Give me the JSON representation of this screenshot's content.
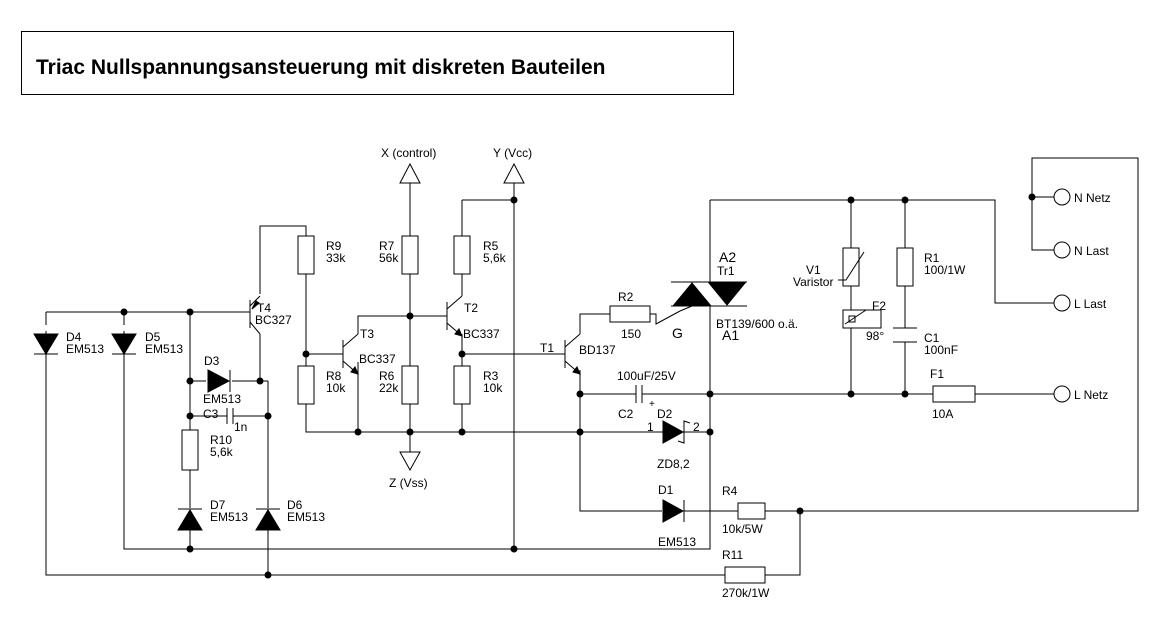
{
  "title": "Triac Nullspannungsansteuerung mit diskreten Bauteilen",
  "colors": {
    "line": "#000000",
    "background": "#ffffff"
  },
  "terminals": {
    "x": "X (control)",
    "y": "Y (Vcc)",
    "z": "Z (Vss)",
    "n_netz": "N Netz",
    "n_last": "N Last",
    "l_last": "L Last",
    "l_netz": "L Netz"
  },
  "components": {
    "R1": {
      "name": "R1",
      "value": "100/1W"
    },
    "R2": {
      "name": "R2",
      "value": "150"
    },
    "R3": {
      "name": "R3",
      "value": "10k"
    },
    "R4": {
      "name": "R4",
      "value": "10k/5W"
    },
    "R5": {
      "name": "R5",
      "value": "5,6k"
    },
    "R6": {
      "name": "R6",
      "value": "22k"
    },
    "R7": {
      "name": "R7",
      "value": "56k"
    },
    "R8": {
      "name": "R8",
      "value": "10k"
    },
    "R9": {
      "name": "R9",
      "value": "33k"
    },
    "R10": {
      "name": "R10",
      "value": "5,6k"
    },
    "R11": {
      "name": "R11",
      "value": "270k/1W"
    },
    "C1": {
      "name": "C1",
      "value": "100nF"
    },
    "C2": {
      "name": "C2",
      "value": "100uF/25V"
    },
    "C3": {
      "name": "C3",
      "value": "1n"
    },
    "D1": {
      "name": "D1",
      "value": "EM513"
    },
    "D2": {
      "name": "D2",
      "value": "ZD8,2",
      "pin1": "1",
      "pin2": "2"
    },
    "D3": {
      "name": "D3",
      "value": "EM513"
    },
    "D4": {
      "name": "D4",
      "value": "EM513"
    },
    "D5": {
      "name": "D5",
      "value": "EM513"
    },
    "D6": {
      "name": "D6",
      "value": "EM513"
    },
    "D7": {
      "name": "D7",
      "value": "EM513"
    },
    "T1": {
      "name": "T1",
      "value": "BD137"
    },
    "T2": {
      "name": "T2",
      "value": "BC337"
    },
    "T3": {
      "name": "T3",
      "value": "BC337"
    },
    "T4": {
      "name": "T4",
      "value": "BC327"
    },
    "Tr1": {
      "name": "Tr1",
      "value": "BT139/600 o.ä.",
      "a1": "A1",
      "a2": "A2",
      "g": "G"
    },
    "V1": {
      "name": "V1",
      "value": "Varistor"
    },
    "F1": {
      "name": "F1",
      "value": "10A"
    },
    "F2": {
      "name": "F2",
      "value": "98°"
    }
  }
}
